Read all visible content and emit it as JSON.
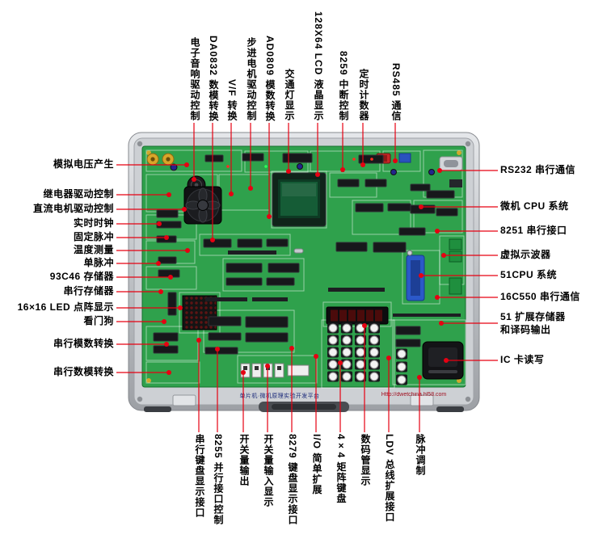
{
  "top_labels": [
    "电子音响驱动控制",
    "DA0832 数模转换",
    "V/F 转换",
    "步进电机驱动控制",
    "AD0809 模数转换",
    "交通灯显示",
    "128X64 LCD 液晶显示",
    "8259 中断控制",
    "定时计数器",
    "RS485 通信"
  ],
  "left_labels": [
    "模拟电压产生",
    "继电器驱动控制",
    "直流电机驱动控制",
    "实时时钟",
    "固定脉冲",
    "温度测量",
    "单脉冲",
    "93C46 存储器",
    "串行存储器",
    "16×16 LED 点阵显示",
    "看门狗",
    "串行模数转换",
    "串行数模转换"
  ],
  "right_labels": [
    "RS232 串行通信",
    "微机 CPU 系统",
    "8251 串行接口",
    "虚拟示波器",
    "51CPU 系统",
    "16C550 串行通信",
    "51 扩展存储器",
    "和译码输出",
    "IC 卡读写"
  ],
  "bottom_labels": [
    "串行键盘显示接口",
    "8255 并行接口控制",
    "开关量输出",
    "开关量输入显示",
    "8279 键盘显示接口",
    "I/O 简单扩展",
    "4×4 矩阵键盘",
    "数码管显示",
    "LDV 总线扩展接口",
    "脉冲调制"
  ],
  "case_plate": {
    "left_text": "单片机·微机原理实验开发平台",
    "right_text": "Http://dwetchina.hl58.com"
  },
  "colors": {
    "leader_line": "#e60012",
    "pcb_green": "#2fa14c",
    "case_silver": "#c9ccd0"
  }
}
